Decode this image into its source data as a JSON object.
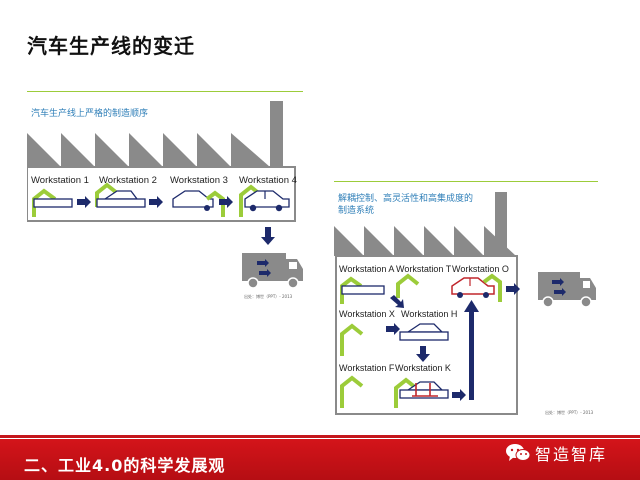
{
  "slide": {
    "title": "汽车生产线的变迁",
    "footer_title": "二、工业4.0的科学发展观",
    "brand_name": "智造智库"
  },
  "left_panel": {
    "caption": "汽车生产线上严格的制造顺序",
    "credit": "出处：博世（PPT）- 2013",
    "stations": [
      "Workstation 1",
      "Workstation 2",
      "Workstation 3",
      "Workstation 4"
    ]
  },
  "right_panel": {
    "caption_line1": "解耦控制、高灵活性和高集成度的",
    "caption_line2": "制造系统",
    "credit": "出处：博世（PPT）- 2013",
    "stations": [
      "Workstation A",
      "Workstation T",
      "Workstation O",
      "Workstation X",
      "Workstation H",
      "Workstation F",
      "Workstation K"
    ]
  },
  "colors": {
    "accent_green": "#9ccc3a",
    "navy": "#1d2a6b",
    "footer_red": "#c4161c",
    "car_red": "#c0262c",
    "caption_blue": "#2f7fb8"
  }
}
